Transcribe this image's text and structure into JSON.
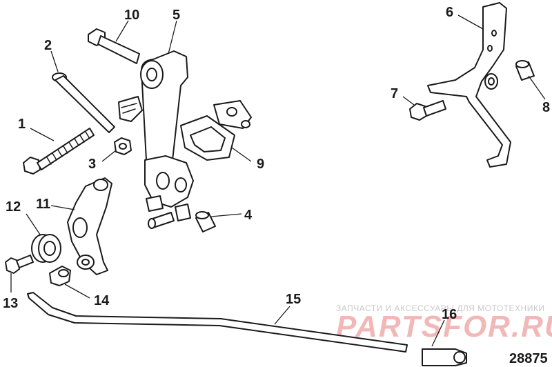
{
  "callouts": [
    "1",
    "2",
    "3",
    "4",
    "5",
    "6",
    "7",
    "8",
    "9",
    "10",
    "11",
    "12",
    "13",
    "14",
    "15",
    "16"
  ],
  "figure_number": "28875",
  "watermark": {
    "tagline": "ЗАПЧАСТИ И АКСЕССУАРЫ ДЛЯ МОТОТЕХНИКИ",
    "logo": "PARTSFOR.RU",
    "color": "#f2b8b8"
  }
}
